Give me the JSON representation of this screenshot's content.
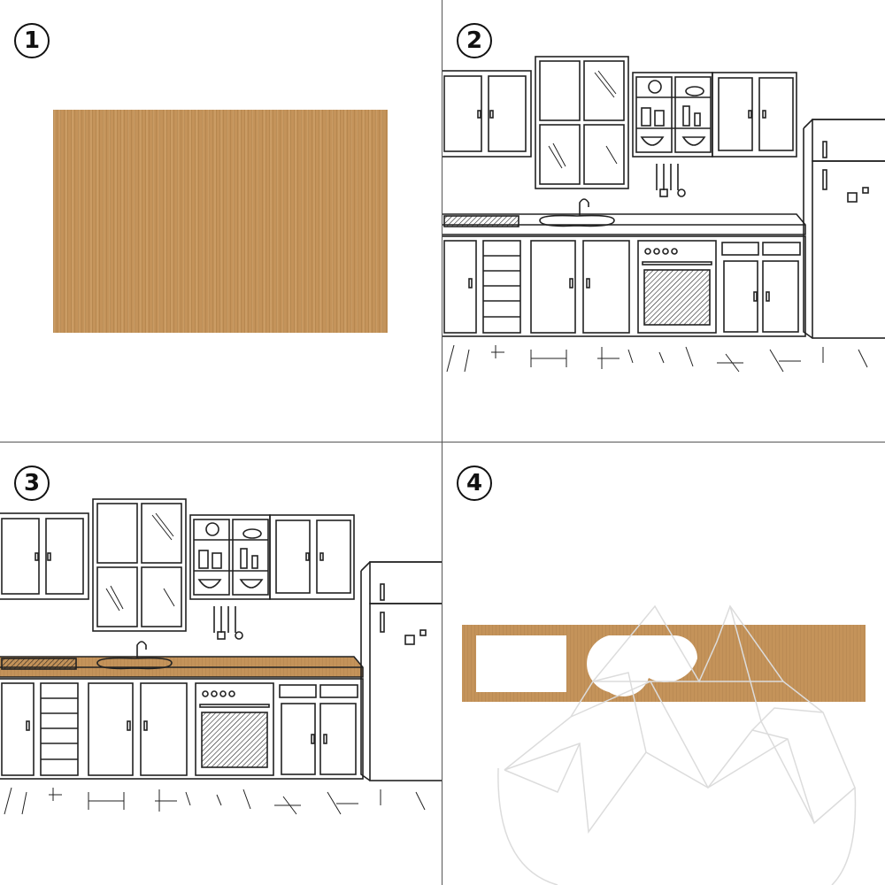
{
  "steps": [
    {
      "number": "1"
    },
    {
      "number": "2"
    },
    {
      "number": "3"
    },
    {
      "number": "4"
    }
  ],
  "colors": {
    "kraft": "#c4935a",
    "line": "#222222",
    "watermark": "#e2e2e2",
    "divider": "#555555"
  }
}
